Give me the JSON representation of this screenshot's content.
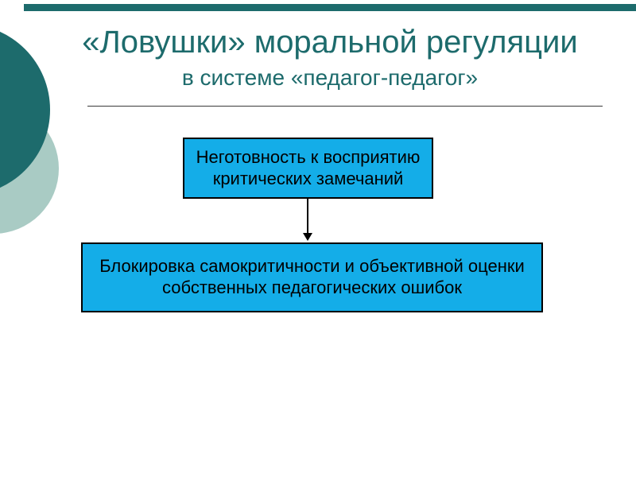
{
  "slide": {
    "title": "«Ловушки» моральной регуляции",
    "subtitle": "в системе «педагог-педагог»",
    "flowchart": {
      "box1": "Неготовность к восприятию критических замечаний",
      "box2": "Блокировка самокритичности и объективной оценки собственных педагогических ошибок",
      "connector": "arrow-down"
    }
  },
  "theme": {
    "teal": "#1D6B6C",
    "sage": "#A9CBC4",
    "boxFill": "#14ADE8",
    "boxBorder": "#000000",
    "boxText": "#000000",
    "divider": "#3a3a3a",
    "background": "#FFFFFF"
  }
}
